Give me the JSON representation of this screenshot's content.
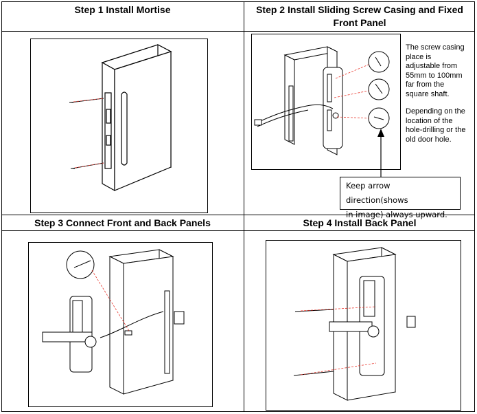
{
  "steps": [
    {
      "title": "Step 1 Install Mortise"
    },
    {
      "title_line1": "Step 2 Install Sliding Screw Casing and Fixed",
      "title_line2": "Front Panel"
    },
    {
      "title": "Step 3 Connect Front and Back Panels"
    },
    {
      "title": "Step 4 Install Back Panel"
    }
  ],
  "step2_notes": {
    "adjustable": [
      "The screw casing",
      "place is",
      "adjustable from",
      "55mm to 100mm",
      "far from the",
      "square shaft."
    ],
    "depending": [
      "Depending on the",
      "location of the",
      "hole-drilling or the",
      "old door hole."
    ],
    "callout": [
      "Keep arrow direction(shows",
      "in image) always upward."
    ]
  },
  "colors": {
    "line": "#000000",
    "arrow": "#e8352b",
    "panel": "#e8e8e8"
  }
}
